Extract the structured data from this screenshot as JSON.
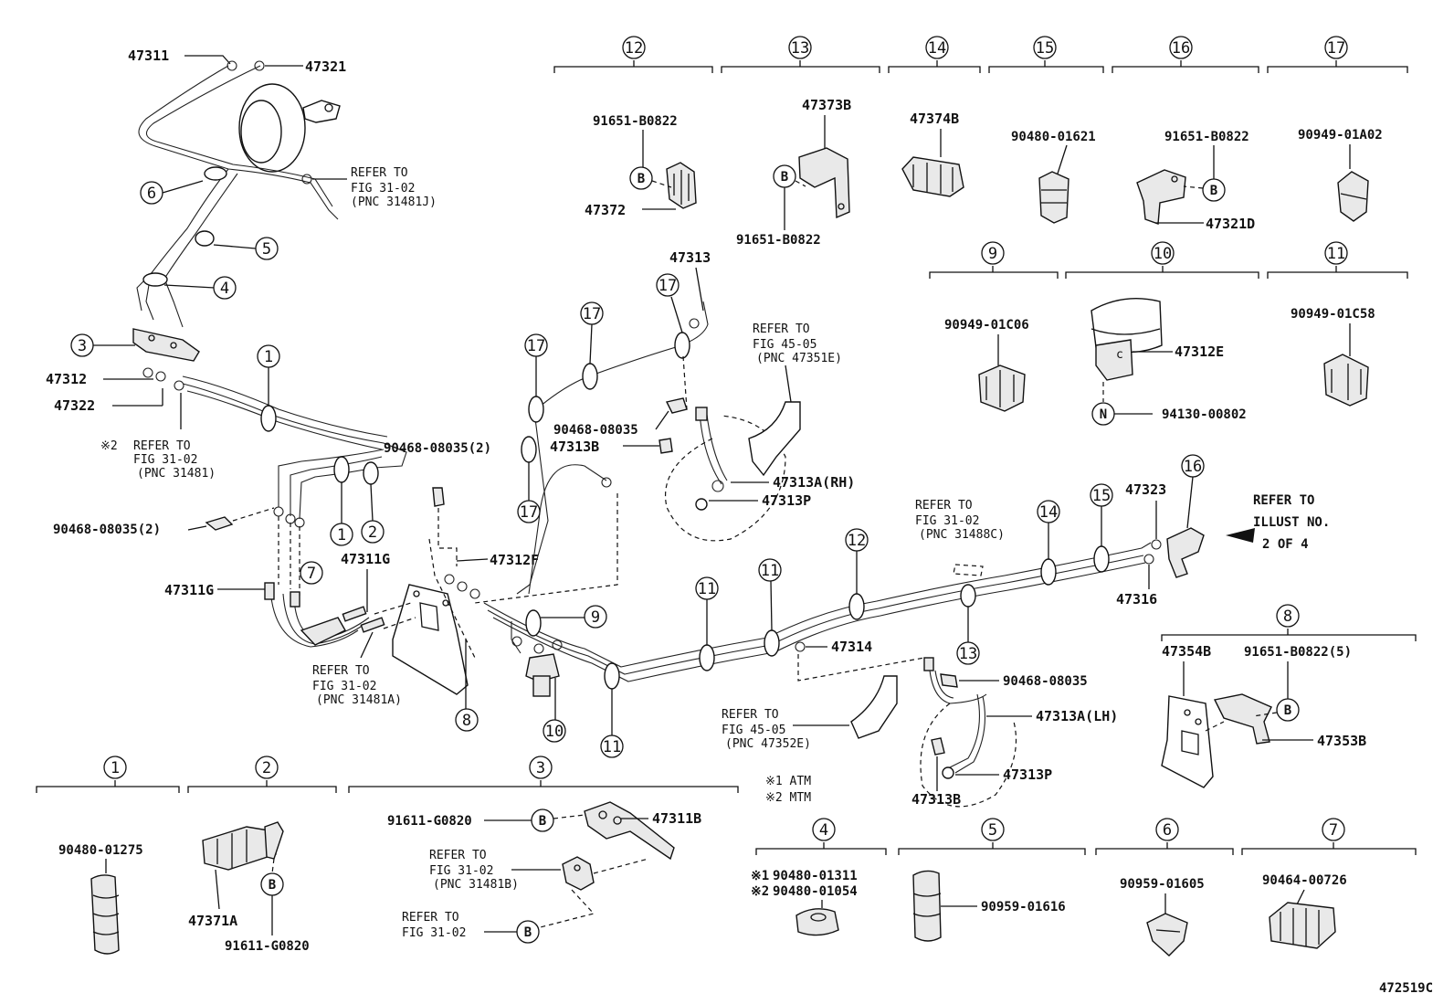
{
  "figure_code": "472519C",
  "part_numbers": {
    "p47311": "47311",
    "p47321": "47321",
    "p47312": "47312",
    "p47322": "47322",
    "p47311G_a": "47311G",
    "p47311G_b": "47311G",
    "p47312F": "47312F",
    "p47313": "47313",
    "p47313B_a": "47313B",
    "p47313A_RH": "47313A(RH)",
    "p47313P_a": "47313P",
    "p47314": "47314",
    "p47323": "47323",
    "p47316": "47316",
    "p90468_08035_2a": "90468-08035(2)",
    "p90468_08035_2b": "90468-08035(2)",
    "p90468_08035_a": "90468-08035",
    "p90468_08035_b": "90468-08035",
    "p47313A_LH": "47313A(LH)",
    "p47313P_b": "47313P",
    "p47313B_b": "47313B",
    "p91651_B0822_a": "91651-B0822",
    "p47372": "47372",
    "p47373B": "47373B",
    "p91651_B0822_b": "91651-B0822",
    "p47374B": "47374B",
    "p90480_01621": "90480-01621",
    "p91651_B0822_c": "91651-B0822",
    "p47321D": "47321D",
    "p90949_01A02": "90949-01A02",
    "p90949_01C06": "90949-01C06",
    "p47312E": "47312E",
    "p94130_00802": "94130-00802",
    "p90949_01C58": "90949-01C58",
    "p47354B": "47354B",
    "p91651_B0822_5": "91651-B0822(5)",
    "p47353B": "47353B",
    "p90480_01275": "90480-01275",
    "p47371A": "47371A",
    "p91611_G0820_a": "91611-G0820",
    "p91611_G0820_b": "91611-G0820",
    "p47311B": "47311B",
    "p90480_01311": "90480-01311",
    "p90480_01054": "90480-01054",
    "p90959_01616": "90959-01616",
    "p90959_01605": "90959-01605",
    "p90464_00726": "90464-00726"
  },
  "callout_letters": {
    "b": "B",
    "n": "N"
  },
  "notes": {
    "refer_to": "REFER TO",
    "fig_31_02": "FIG 31-02",
    "fig_45_05": "FIG 45-05",
    "pnc_31481j": "(PNC 31481J)",
    "pnc_31481": "(PNC 31481)",
    "pnc_31481a": "(PNC 31481A)",
    "pnc_31481b": "(PNC 31481B)",
    "pnc_31488c": "(PNC 31488C)",
    "pnc_47351e": "(PNC 47351E)",
    "pnc_47352e": "(PNC 47352E)",
    "star2": "※2",
    "star1_prefix": "※1",
    "star2_prefix": "※2",
    "refer_illust_1": "REFER TO",
    "refer_illust_2": "ILLUST NO.",
    "refer_illust_3": "2 OF 4",
    "legend_1": "※1 ATM",
    "legend_2": "※2 MTM"
  },
  "callout_numbers": [
    "1",
    "2",
    "3",
    "4",
    "5",
    "6",
    "7",
    "8",
    "9",
    "10",
    "11",
    "12",
    "13",
    "14",
    "15",
    "16",
    "17"
  ]
}
